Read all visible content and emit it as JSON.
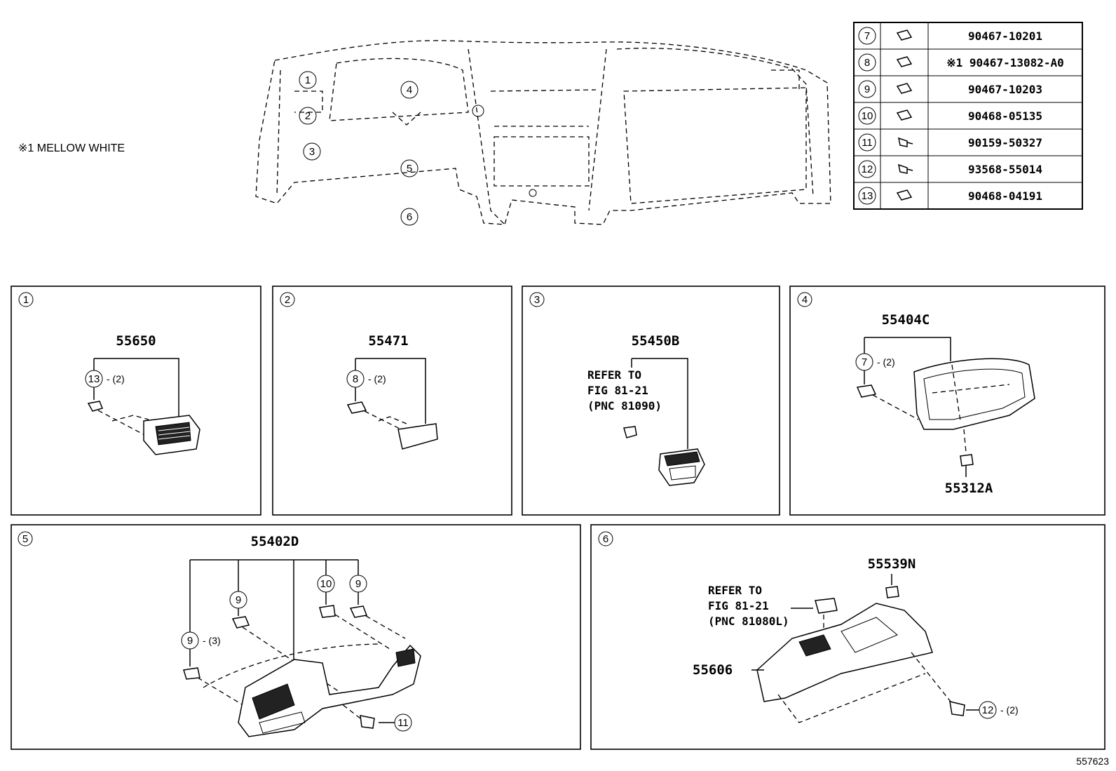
{
  "note": "※1 MELLOW WHITE",
  "overview_callouts": [
    "1",
    "2",
    "3",
    "4",
    "5",
    "6"
  ],
  "fastener_table": [
    {
      "no": "7",
      "icon": "clip-icon",
      "part": "90467-10201"
    },
    {
      "no": "8",
      "icon": "clip-icon",
      "part": "※1 90467-13082-A0"
    },
    {
      "no": "9",
      "icon": "clip-icon",
      "part": "90467-10203"
    },
    {
      "no": "10",
      "icon": "nut-clip-icon",
      "part": "90468-05135"
    },
    {
      "no": "11",
      "icon": "screw-icon",
      "part": "90159-50327"
    },
    {
      "no": "12",
      "icon": "screw-icon",
      "part": "93568-55014"
    },
    {
      "no": "13",
      "icon": "clip-icon",
      "part": "90468-04191"
    }
  ],
  "panels": [
    {
      "id": "1",
      "parts": [
        "55650"
      ],
      "callouts": [
        {
          "no": "13",
          "qty": "- (2)"
        }
      ]
    },
    {
      "id": "2",
      "parts": [
        "55471"
      ],
      "callouts": [
        {
          "no": "8",
          "qty": "- (2)"
        }
      ]
    },
    {
      "id": "3",
      "parts": [
        "55450B"
      ],
      "ref": [
        "REFER TO",
        "FIG 81-21",
        "(PNC 81090)"
      ]
    },
    {
      "id": "4",
      "parts": [
        "55404C",
        "55312A"
      ],
      "callouts": [
        {
          "no": "7",
          "qty": "- (2)"
        }
      ]
    },
    {
      "id": "5",
      "parts": [
        "55402D"
      ],
      "callouts": [
        {
          "no": "9",
          "qty": ""
        },
        {
          "no": "10",
          "qty": ""
        },
        {
          "no": "9",
          "qty": ""
        },
        {
          "no": "9",
          "qty": "- (3)"
        },
        {
          "no": "11",
          "qty": ""
        }
      ]
    },
    {
      "id": "6",
      "parts": [
        "55539N",
        "55606"
      ],
      "ref": [
        "REFER TO",
        "FIG 81-21",
        "(PNC 81080L)"
      ],
      "callouts": [
        {
          "no": "12",
          "qty": "- (2)"
        }
      ]
    }
  ],
  "figure_id": "557623"
}
